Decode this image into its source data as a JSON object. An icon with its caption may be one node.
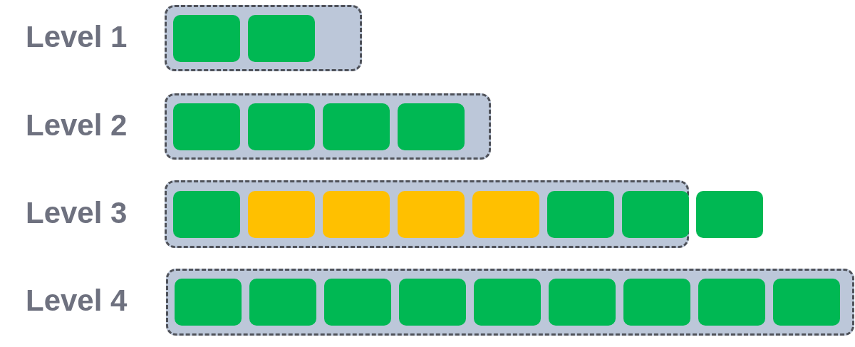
{
  "diagram": {
    "nodes": [
      {
        "text": [
          "Level 1"
        ]
      },
      {
        "text": [],
        "shape": "box",
        "in": 0
      },
      {
        "text": [],
        "shape": "box",
        "in": 0
      },
      {
        "text": [
          "Level 2"
        ]
      },
      {
        "text": [],
        "shape": "box",
        "in": 3
      },
      {
        "text": [],
        "shape": "box",
        "in": 3
      },
      {
        "text": [],
        "shape": "box",
        "in": 3
      },
      {
        "text": [],
        "shape": "box",
        "in": 3
      },
      {
        "text": [
          "Level 3"
        ]
      },
      {
        "text": [],
        "shape": "box",
        "in": 8
      },
      {
        "text": [],
        "shape": "box",
        "in": 8
      },
      {
        "text": [],
        "shape": "box",
        "in": 8
      },
      {
        "text": [],
        "shape": "box",
        "in": 8
      },
      {
        "text": [],
        "shape": "box",
        "in": 8
      },
      {
        "text": [],
        "shape": "box",
        "in": 8
      },
      {
        "text": [],
        "shape": "box",
        "in": 8
      },
      {
        "text": [],
        "shape": "box"
      },
      {
        "text": [
          "Level 4"
        ]
      },
      {
        "text": [],
        "shape": "box",
        "in": 17
      },
      {
        "text": [],
        "shape": "box",
        "in": 17
      },
      {
        "text": [],
        "shape": "box",
        "in": 17
      },
      {
        "text": [],
        "shape": "box",
        "in": 17
      },
      {
        "text": [],
        "shape": "box",
        "in": 17
      },
      {
        "text": [],
        "shape": "box",
        "in": 17
      },
      {
        "text": [],
        "shape": "box",
        "in": 17
      },
      {
        "text": [],
        "shape": "box",
        "in": 17
      },
      {
        "text": [],
        "shape": "box",
        "in": 17
      }
    ],
    "edges": []
  }
}
